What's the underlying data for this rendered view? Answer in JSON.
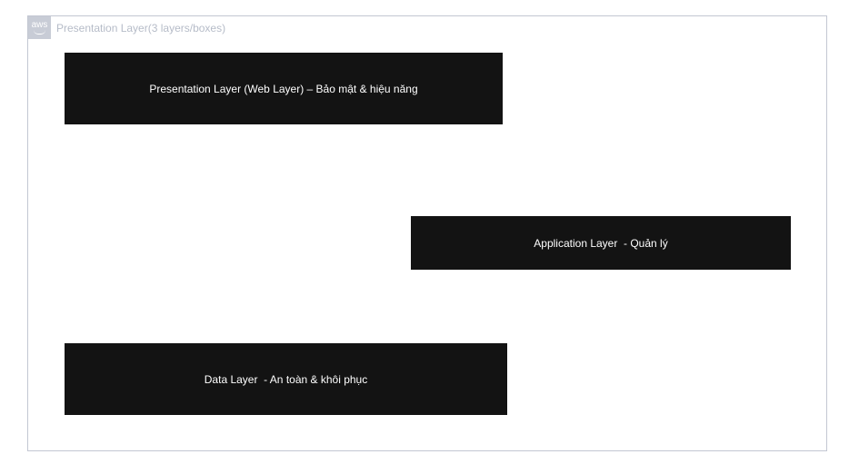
{
  "group": {
    "logo_text": "aws",
    "logo_icon": "aws-logo-icon",
    "title": "Presentation Layer(3 layers/boxes)",
    "border_color": "#c3c7d2"
  },
  "layers": {
    "web": {
      "label": "Presentation Layer (Web Layer) – Bảo mật & hiệu năng"
    },
    "app": {
      "label": "Application Layer  - Quản lý"
    },
    "data": {
      "label": "Data Layer  - An toàn & khôi phục"
    }
  },
  "colors": {
    "box_fill": "#131313",
    "box_text": "#ffffff",
    "title_text": "#b6bcc8"
  }
}
